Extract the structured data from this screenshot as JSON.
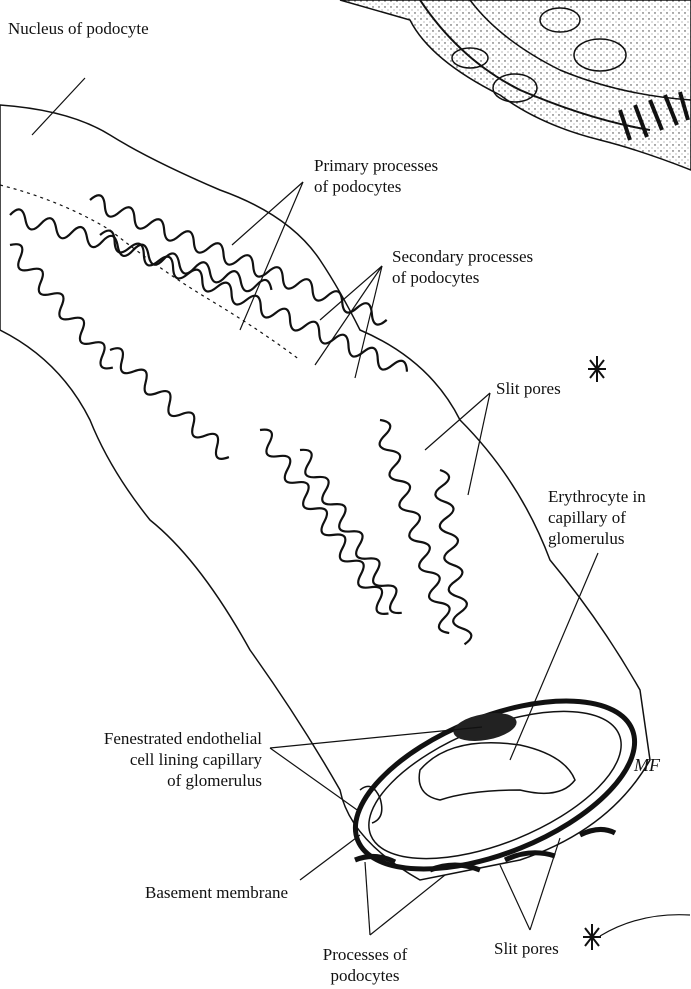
{
  "labels": {
    "nucleus": "Nucleus of podocyte",
    "primary_1": "Primary processes",
    "primary_2": "of podocytes",
    "secondary_1": "Secondary processes",
    "secondary_2": "of podocytes",
    "slit_pores_top": "Slit pores",
    "erythrocyte_1": "Erythrocyte in",
    "erythrocyte_2": "capillary of",
    "erythrocyte_3": "glomerulus",
    "fenestrated_1": "Fenestrated endothelial",
    "fenestrated_2": "cell lining capillary",
    "fenestrated_3": "of glomerulus",
    "basement": "Basement membrane",
    "processes_1": "Processes of",
    "processes_2": "podocytes",
    "slit_pores_bottom": "Slit pores"
  },
  "signature": "MF",
  "colors": {
    "ink": "#111111",
    "paper": "#ffffff"
  }
}
